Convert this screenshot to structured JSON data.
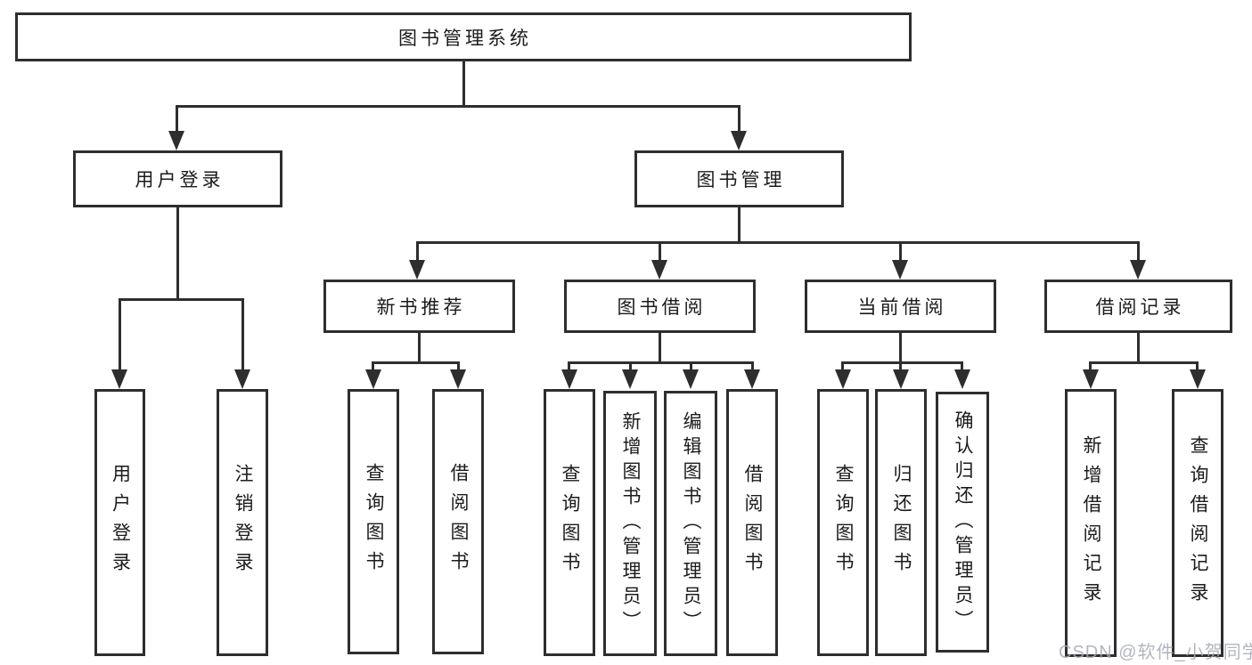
{
  "colors": {
    "line": "#2e2e2e",
    "text": "#1b1b1b",
    "watermark": "#a6aab4",
    "background": "#ffffff"
  },
  "watermark": "CSDN @软件_小贺同学",
  "tree": {
    "root": "图书管理系统",
    "branches": [
      {
        "label": "用户登录",
        "children": [
          "用户登录",
          "注销登录"
        ]
      },
      {
        "label": "图书管理",
        "children": [
          {
            "label": "新书推荐",
            "children": [
              "查询图书",
              "借阅图书"
            ]
          },
          {
            "label": "图书借阅",
            "children": [
              "查询图书",
              "新增图书（管理员）",
              "编辑图书（管理员）",
              "借阅图书"
            ]
          },
          {
            "label": "当前借阅",
            "children": [
              "查询图书",
              "归还图书",
              "确认归还（管理员）"
            ]
          },
          {
            "label": "借阅记录",
            "children": [
              "新增借阅记录",
              "查询借阅记录"
            ]
          }
        ]
      }
    ]
  }
}
